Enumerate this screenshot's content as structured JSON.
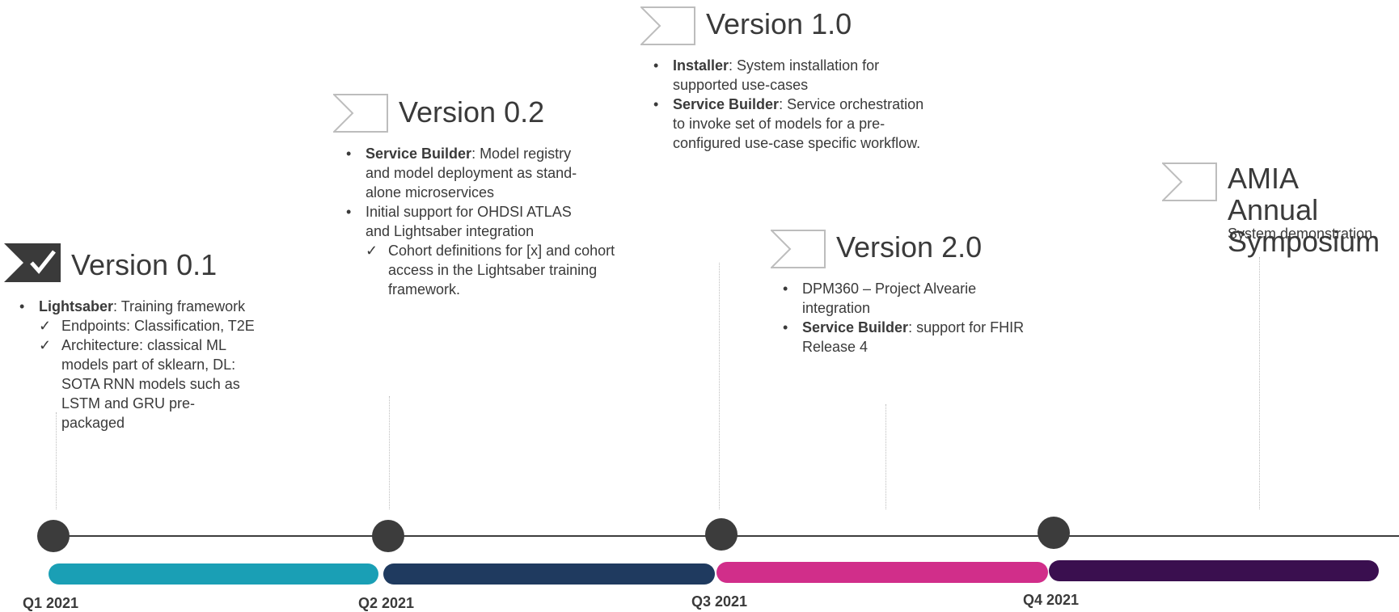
{
  "milestones": {
    "v01": {
      "title": "Version 0.1",
      "items": {
        "b1_bold": "Lightsaber",
        "b1_rest": ": Training framework",
        "c1": "Endpoints: Classification, T2E",
        "c2": "Architecture: classical ML models part of sklearn, DL: SOTA RNN models such as LSTM and GRU pre-packaged"
      }
    },
    "v02": {
      "title": "Version 0.2",
      "items": {
        "b1_bold": "Service Builder",
        "b1_rest": ": Model registry and model deployment as stand-alone microservices",
        "b2": "Initial support for OHDSI ATLAS and Lightsaber integration",
        "c1": "Cohort definitions for [x] and cohort access in the Lightsaber training framework."
      }
    },
    "v10": {
      "title": "Version 1.0",
      "items": {
        "b1_bold": "Installer",
        "b1_rest": ": System installation for supported use-cases",
        "b2_bold": "Service Builder",
        "b2_rest": ": Service orchestration to invoke set of models for a pre-configured use-case specific workflow."
      }
    },
    "v20": {
      "title": "Version 2.0",
      "items": {
        "b1": "DPM360 – Project Alvearie integration",
        "b2_bold": "Service Builder",
        "b2_rest": ": support for FHIR Release 4"
      }
    },
    "amia": {
      "title": "AMIA Annual Symposium",
      "subtitle": "System demonstration"
    }
  },
  "quarters": [
    "Q1 2021",
    "Q2 2021",
    "Q3 2021",
    "Q4 2021"
  ],
  "colors": {
    "q1": "#1a9fb5",
    "q2": "#1f3a5f",
    "q3": "#d12e8a",
    "q4": "#3a0f4f",
    "axis": "#3d3d3d",
    "done_flag": "#3a3a3a",
    "open_flag": "#bdbdbd"
  },
  "icons": {
    "done": "filled-flag-check-icon",
    "open": "outline-flag-icon"
  }
}
